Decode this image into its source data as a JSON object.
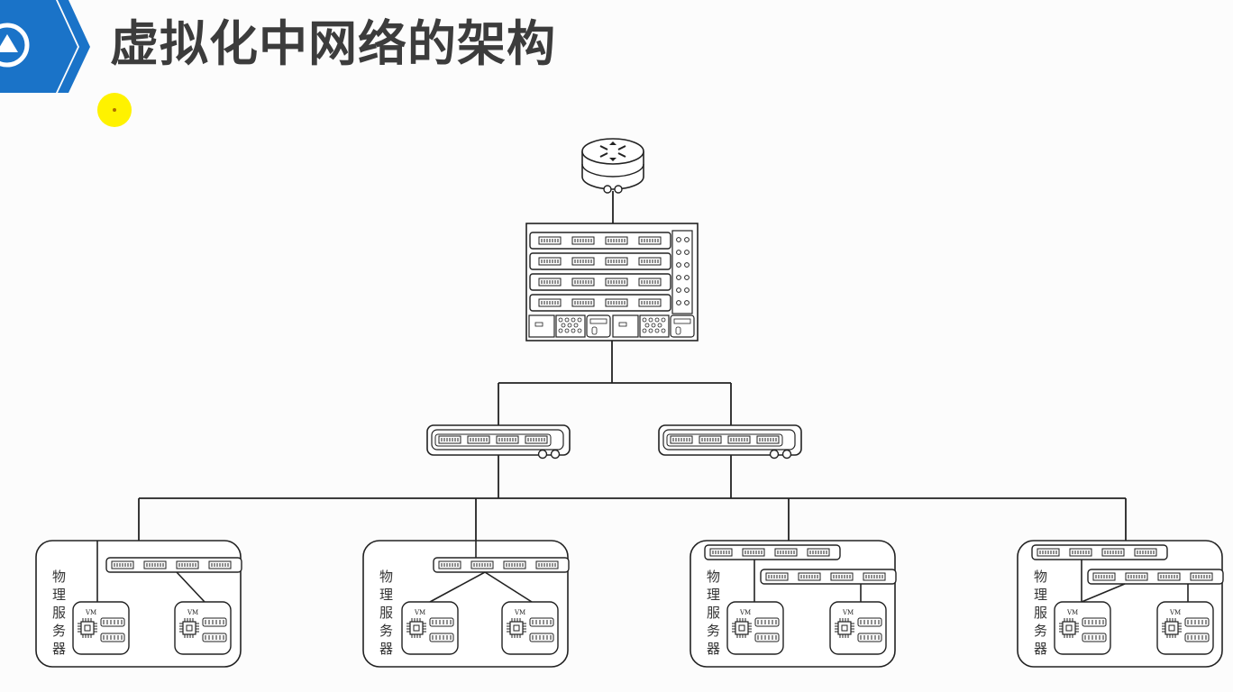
{
  "slide": {
    "title": "虚拟化中网络的架构",
    "colors": {
      "banner": "#1a73c8",
      "title": "#3c3c3c",
      "pointer": "#fff200"
    },
    "icons": [
      "triangle-logo-icon",
      "router-icon",
      "core-switch-icon",
      "access-switch-icon",
      "vm-chip-icon",
      "virtual-switch-icon"
    ]
  },
  "diagram": {
    "servers": [
      {
        "label_chars": [
          "物",
          "理",
          "服",
          "务",
          "器"
        ],
        "vm_label": "VM",
        "vm_count": 2,
        "vswitch_count": 1
      },
      {
        "label_chars": [
          "物",
          "理",
          "服",
          "务",
          "器"
        ],
        "vm_label": "VM",
        "vm_count": 2,
        "vswitch_count": 1
      },
      {
        "label_chars": [
          "物",
          "理",
          "服",
          "务",
          "器"
        ],
        "vm_label": "VM",
        "vm_count": 2,
        "vswitch_count": 2
      },
      {
        "label_chars": [
          "物",
          "理",
          "服",
          "务",
          "器"
        ],
        "vm_label": "VM",
        "vm_count": 2,
        "vswitch_count": 2
      }
    ],
    "access_switch_count": 2,
    "core_switch_count": 1,
    "router_count": 1
  }
}
